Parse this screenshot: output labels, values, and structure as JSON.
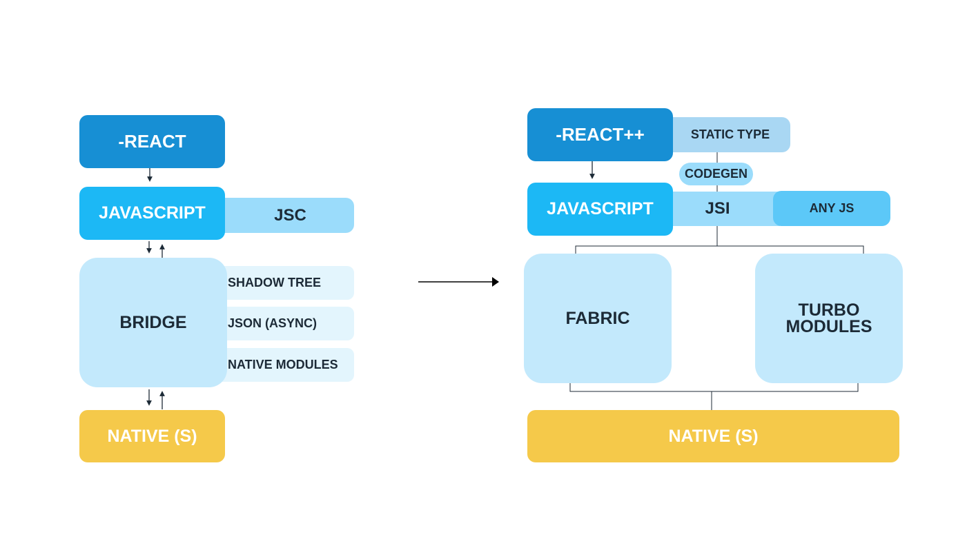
{
  "legacy": {
    "react": "-REACT",
    "javascript": "JAVASCRIPT",
    "jsc": "JSC",
    "bridge": "BRIDGE",
    "shadow_tree": "SHADOW TREE",
    "json_async": "JSON (ASYNC)",
    "native_modules": "NATIVE MODULES",
    "native": "NATIVE (S)"
  },
  "new": {
    "react": "-REACT++",
    "static_type": "STATIC TYPE",
    "codegen": "CODEGEN",
    "javascript": "JAVASCRIPT",
    "jsi": "JSI",
    "any_js": "ANY JS",
    "fabric": "FABRIC",
    "turbo_line1": "TURBO",
    "turbo_line2": "MODULES",
    "native": "NATIVE (S)"
  },
  "colors": {
    "dark_blue": "#178fd4",
    "bright_blue": "#1cb8f5",
    "pale_blue": "#c3e9fc",
    "soft_blue": "#9bdcfb",
    "gold": "#f5c94a"
  }
}
